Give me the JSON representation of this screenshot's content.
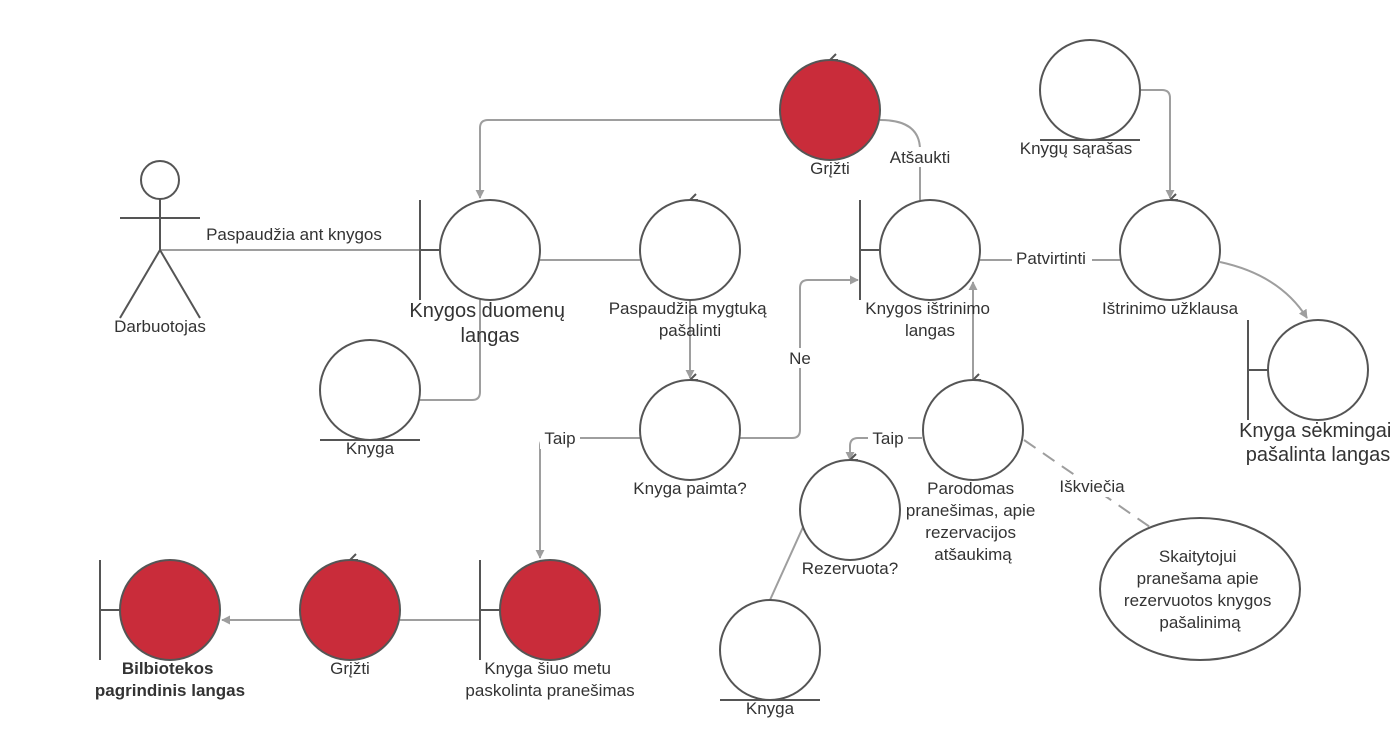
{
  "colors": {
    "boundary_fill": "#ffffff",
    "controller_red": "#c92c3a",
    "stroke": "#555555",
    "edge": "#9e9e9e"
  },
  "actor": {
    "label": "Darbuotojas"
  },
  "nodes": {
    "knygos_duomenu_langas": {
      "lines": [
        "Knygos duomenų",
        "langas"
      ]
    },
    "knyga_entity_1": {
      "lines": [
        "Knyga"
      ]
    },
    "paspaudzia_mygtuka": {
      "lines": [
        "Paspaudžia mygtuką",
        "pašalinti"
      ]
    },
    "grizti_top": {
      "lines": [
        "Grįžti"
      ]
    },
    "knyga_paimta": {
      "lines": [
        "Knyga paimta?"
      ]
    },
    "knygos_istrinimo_langas": {
      "lines": [
        "Knygos ištrinimo",
        "langas"
      ]
    },
    "knygu_sarasas": {
      "lines": [
        "Knygų sąrašas"
      ]
    },
    "istrinimo_uzklausa": {
      "lines": [
        "Ištrinimo užklausa"
      ]
    },
    "knyga_sekmingai": {
      "lines": [
        "Knyga sėkmingai",
        "pašalinta langas"
      ]
    },
    "parodomas_pranesimas": {
      "lines": [
        "Parodomas",
        "pranešimas, apie",
        "rezervacijos",
        "atšaukimą"
      ]
    },
    "rezervuota": {
      "lines": [
        "Rezervuota?"
      ]
    },
    "knyga_entity_2": {
      "lines": [
        "Knyga"
      ]
    },
    "knyga_siuo_metu": {
      "lines": [
        "Knyga šiuo metu",
        "paskolinta pranešimas"
      ]
    },
    "grizti_bottom": {
      "lines": [
        "Grįžti"
      ]
    },
    "bilbiotekos_langas": {
      "lines": [
        "Bilbiotekos",
        "pagrindinis langas"
      ]
    },
    "note_skaitytojui": {
      "lines": [
        "Skaitytojui",
        "pranešama apie",
        "rezervuotos knygos",
        "pašalinimą"
      ]
    }
  },
  "edges": {
    "paspaudzia_ant_knygos": "Paspaudžia ant knygos",
    "atsaukti": "Atšaukti",
    "patvirtinti": "Patvirtinti",
    "ne": "Ne",
    "taip_left": "Taip",
    "taip_right": "Taip",
    "iskviecia": "Iškviečia"
  }
}
